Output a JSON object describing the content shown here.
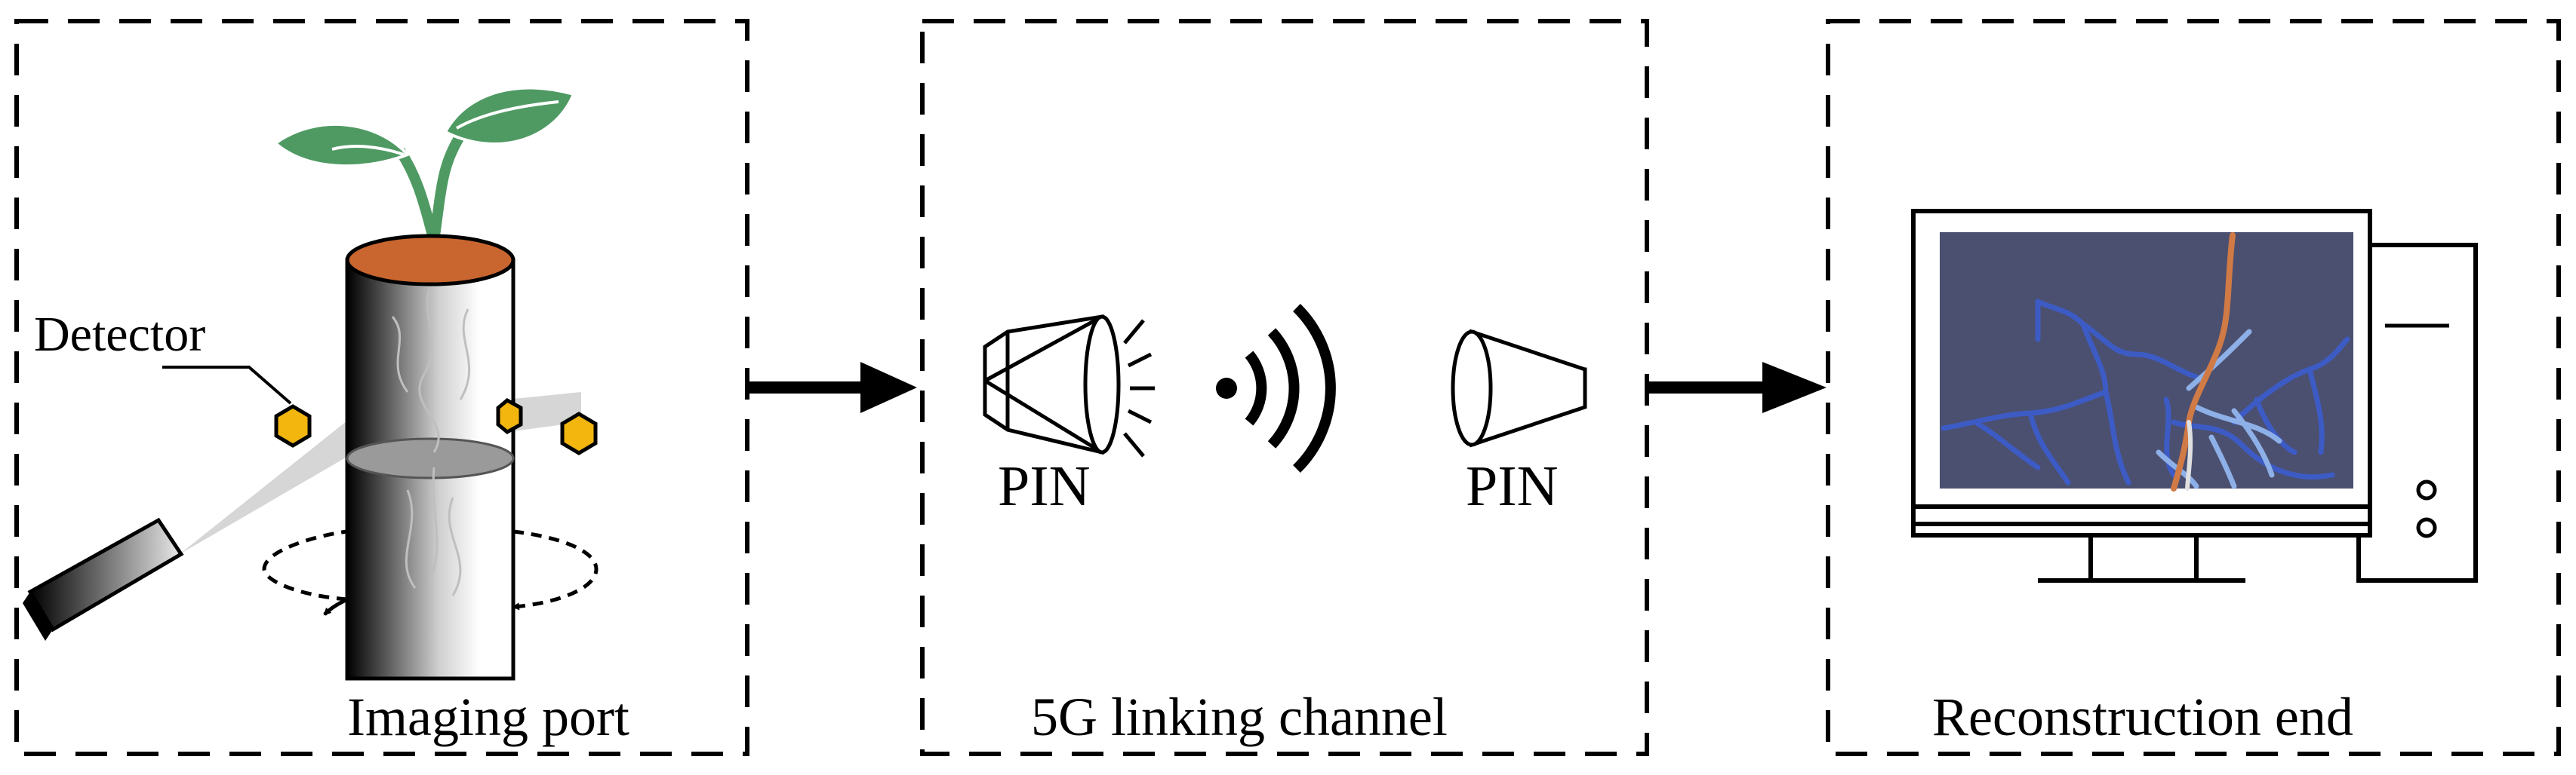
{
  "panels": {
    "imaging": {
      "title": "Imaging port",
      "detector_label": "Detector"
    },
    "channel": {
      "title": "5G linking channel",
      "transmitter_label": "PIN",
      "receiver_label": "PIN"
    },
    "reconstruction": {
      "title": "Reconstruction end"
    }
  },
  "colors": {
    "leaf": "#4f9a63",
    "soil": "#c9662f",
    "detector": "#f2b60f",
    "root_blue": "#4a6ad6",
    "root_orange": "#d07a45",
    "screen_bg": "#4b5070"
  }
}
